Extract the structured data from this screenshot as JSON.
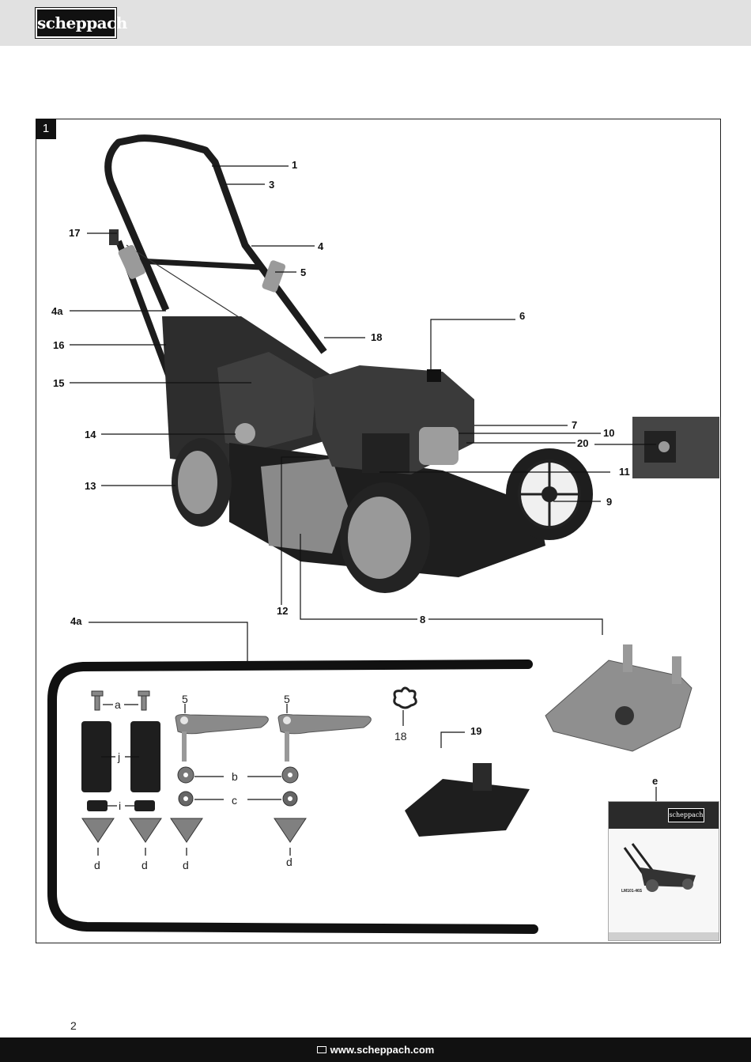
{
  "header": {
    "brand": "scheppach"
  },
  "figure": {
    "number": "1",
    "labels": {
      "l1": "1",
      "l3": "3",
      "l17": "17",
      "l4": "4",
      "l5": "5",
      "l4a": "4a",
      "l16": "16",
      "l18": "18",
      "l6": "6",
      "l15": "15",
      "l7": "7",
      "l10": "10",
      "l14": "14",
      "l20": "20",
      "l11": "11",
      "l13": "13",
      "l9": "9",
      "l12": "12",
      "l8": "8",
      "l4a_bottom": "4a",
      "l19": "19",
      "le": "e"
    },
    "part_labels": {
      "a": "a",
      "j": "j",
      "i": "i",
      "b": "b",
      "c": "c",
      "d1": "d",
      "d2": "d",
      "d3": "d",
      "d4": "d",
      "five_left": "5",
      "five_right": "5",
      "eighteen": "18"
    },
    "manual_thumb": {
      "brand": "scheppach",
      "model": "LM101-46S"
    }
  },
  "page": {
    "number": "2"
  },
  "footer": {
    "url": "www.scheppach.com"
  }
}
